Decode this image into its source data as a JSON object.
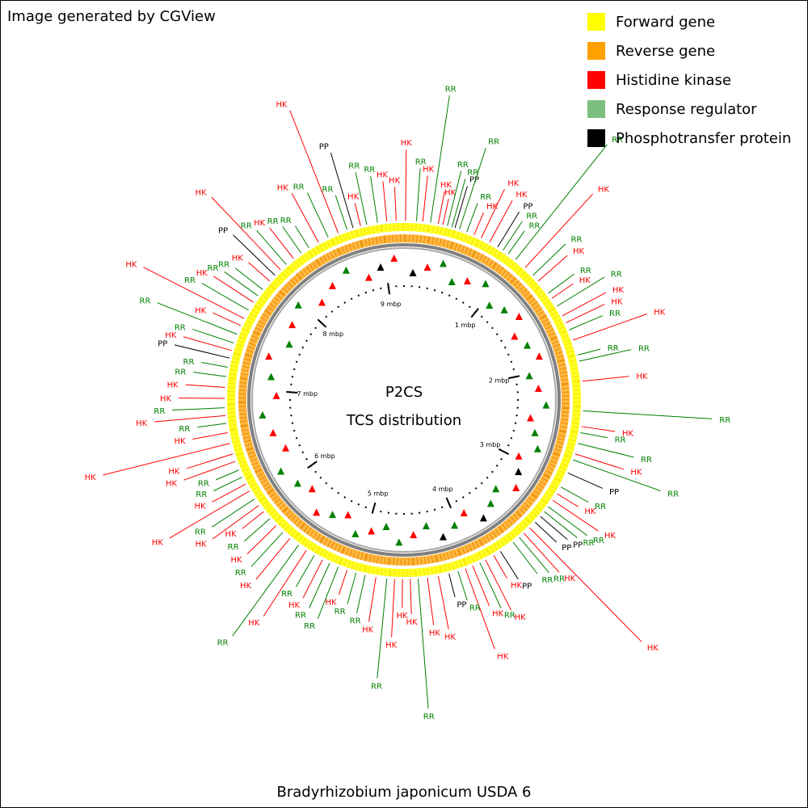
{
  "credit": "Image generated by CGView",
  "caption": "Bradyrhizobium japonicum USDA 6",
  "center_text": [
    "P2CS",
    "TCS distribution"
  ],
  "legend": [
    {
      "label": "Forward gene",
      "color": "#ffff00"
    },
    {
      "label": "Reverse gene",
      "color": "#ff9f00"
    },
    {
      "label": "Histidine kinase",
      "color": "#ff0000"
    },
    {
      "label": "Response regulator",
      "color": "#7dbf7d"
    },
    {
      "label": "Phosphotransfer protein",
      "color": "#000000"
    }
  ],
  "colors": {
    "HK": "#ff0000",
    "RR": "#008000",
    "PP": "#000000",
    "forward": "#ffff00",
    "reverse": "#ff9f00",
    "backbone": "#808080"
  },
  "axis": {
    "units": "mbp",
    "ticks": [
      1,
      2,
      3,
      4,
      5,
      6,
      7,
      8,
      9
    ],
    "genome_mbp": 9.2
  },
  "feature_labels": [
    {
      "deg": 0.5,
      "label": "HK"
    },
    {
      "deg": 4.0,
      "label": "RR"
    },
    {
      "deg": 6.0,
      "label": "HK"
    },
    {
      "deg": 8.5,
      "label": "RR"
    },
    {
      "deg": 11.0,
      "label": "HK"
    },
    {
      "deg": 12.5,
      "label": "HK"
    },
    {
      "deg": 14.0,
      "label": "RR"
    },
    {
      "deg": 15.5,
      "label": "RR"
    },
    {
      "deg": 16.5,
      "label": "PP"
    },
    {
      "deg": 18.0,
      "label": "RR"
    },
    {
      "deg": 20.5,
      "label": "RR"
    },
    {
      "deg": 23.0,
      "label": "HK"
    },
    {
      "deg": 25.5,
      "label": "HK"
    },
    {
      "deg": 28.5,
      "label": "HK"
    },
    {
      "deg": 31.5,
      "label": "PP"
    },
    {
      "deg": 33.5,
      "label": "RR"
    },
    {
      "deg": 35.5,
      "label": "RR"
    },
    {
      "deg": 38.5,
      "label": "RR"
    },
    {
      "deg": 42.5,
      "label": "HK"
    },
    {
      "deg": 46.0,
      "label": "RR"
    },
    {
      "deg": 48.5,
      "label": "HK"
    },
    {
      "deg": 53.5,
      "label": "RR"
    },
    {
      "deg": 55.5,
      "label": "HK"
    },
    {
      "deg": 58.5,
      "label": "RR"
    },
    {
      "deg": 62.0,
      "label": "HK"
    },
    {
      "deg": 64.5,
      "label": "HK"
    },
    {
      "deg": 67.0,
      "label": "RR"
    },
    {
      "deg": 70.5,
      "label": "HK"
    },
    {
      "deg": 75.5,
      "label": "RR"
    },
    {
      "deg": 77.5,
      "label": "RR"
    },
    {
      "deg": 84.0,
      "label": "HK"
    },
    {
      "deg": 93.5,
      "label": "RR"
    },
    {
      "deg": 98.5,
      "label": "HK"
    },
    {
      "deg": 100.5,
      "label": "RR"
    },
    {
      "deg": 104.0,
      "label": "RR"
    },
    {
      "deg": 107.5,
      "label": "HK"
    },
    {
      "deg": 109.5,
      "label": "RR"
    },
    {
      "deg": 114.0,
      "label": "PP"
    },
    {
      "deg": 119.0,
      "label": "RR"
    },
    {
      "deg": 121.5,
      "label": "HK"
    },
    {
      "deg": 124.0,
      "label": "HK"
    },
    {
      "deg": 126.5,
      "label": "RR"
    },
    {
      "deg": 128.5,
      "label": "RR"
    },
    {
      "deg": 130.5,
      "label": "PP"
    },
    {
      "deg": 133.0,
      "label": "PP"
    },
    {
      "deg": 135.5,
      "label": "HK"
    },
    {
      "deg": 138.0,
      "label": "HK"
    },
    {
      "deg": 140.0,
      "label": "RR"
    },
    {
      "deg": 142.5,
      "label": "RR"
    },
    {
      "deg": 147.5,
      "label": "PP"
    },
    {
      "deg": 150.0,
      "label": "HK"
    },
    {
      "deg": 153.0,
      "label": "HK"
    },
    {
      "deg": 155.0,
      "label": "RR"
    },
    {
      "deg": 157.5,
      "label": "HK"
    },
    {
      "deg": 160.0,
      "label": "HK"
    },
    {
      "deg": 162.5,
      "label": "RR"
    },
    {
      "deg": 165.5,
      "label": "PP"
    },
    {
      "deg": 169.0,
      "label": "HK"
    },
    {
      "deg": 172.5,
      "label": "HK"
    },
    {
      "deg": 175.5,
      "label": "RR"
    },
    {
      "deg": 178.0,
      "label": "HK"
    },
    {
      "deg": 180.5,
      "label": "HK"
    },
    {
      "deg": 183.0,
      "label": "HK"
    },
    {
      "deg": 185.5,
      "label": "RR"
    },
    {
      "deg": 189.0,
      "label": "HK"
    },
    {
      "deg": 192.5,
      "label": "RR"
    },
    {
      "deg": 195.5,
      "label": "RR"
    },
    {
      "deg": 198.5,
      "label": "HK"
    },
    {
      "deg": 201.5,
      "label": "RR"
    },
    {
      "deg": 204.5,
      "label": "RR"
    },
    {
      "deg": 207.0,
      "label": "HK"
    },
    {
      "deg": 210.0,
      "label": "RR"
    },
    {
      "deg": 213.0,
      "label": "HK"
    },
    {
      "deg": 216.0,
      "label": "RR"
    },
    {
      "deg": 219.5,
      "label": "HK"
    },
    {
      "deg": 222.5,
      "label": "RR"
    },
    {
      "deg": 225.5,
      "label": "HK"
    },
    {
      "deg": 228.5,
      "label": "RR"
    },
    {
      "deg": 231.5,
      "label": "HK"
    },
    {
      "deg": 234.0,
      "label": "HK"
    },
    {
      "deg": 236.5,
      "label": "RR"
    },
    {
      "deg": 239.5,
      "label": "HK"
    },
    {
      "deg": 242.0,
      "label": "HK"
    },
    {
      "deg": 244.5,
      "label": "RR"
    },
    {
      "deg": 247.0,
      "label": "RR"
    },
    {
      "deg": 250.0,
      "label": "HK"
    },
    {
      "deg": 252.5,
      "label": "HK"
    },
    {
      "deg": 256.0,
      "label": "HK"
    },
    {
      "deg": 259.5,
      "label": "HK"
    },
    {
      "deg": 262.5,
      "label": "RR"
    },
    {
      "deg": 265.0,
      "label": "HK"
    },
    {
      "deg": 267.5,
      "label": "RR"
    },
    {
      "deg": 270.5,
      "label": "HK"
    },
    {
      "deg": 274.0,
      "label": "HK"
    },
    {
      "deg": 277.5,
      "label": "RR"
    },
    {
      "deg": 280.5,
      "label": "RR"
    },
    {
      "deg": 283.5,
      "label": "PP"
    },
    {
      "deg": 286.0,
      "label": "HK"
    },
    {
      "deg": 288.5,
      "label": "RR"
    },
    {
      "deg": 291.5,
      "label": "RR"
    },
    {
      "deg": 294.5,
      "label": "HK"
    },
    {
      "deg": 297.0,
      "label": "HK"
    },
    {
      "deg": 300.0,
      "label": "RR"
    },
    {
      "deg": 303.0,
      "label": "HK"
    },
    {
      "deg": 305.5,
      "label": "RR"
    },
    {
      "deg": 308.0,
      "label": "RR"
    },
    {
      "deg": 311.5,
      "label": "HK"
    },
    {
      "deg": 314.0,
      "label": "PP"
    },
    {
      "deg": 316.5,
      "label": "HK"
    },
    {
      "deg": 319.0,
      "label": "RR"
    },
    {
      "deg": 322.0,
      "label": "HK"
    },
    {
      "deg": 325.0,
      "label": "RR"
    },
    {
      "deg": 328.0,
      "label": "RR"
    },
    {
      "deg": 331.5,
      "label": "HK"
    },
    {
      "deg": 335.0,
      "label": "RR"
    },
    {
      "deg": 338.5,
      "label": "HK"
    },
    {
      "deg": 341.5,
      "label": "RR"
    },
    {
      "deg": 343.5,
      "label": "PP"
    },
    {
      "deg": 346.0,
      "label": "HK"
    },
    {
      "deg": 348.0,
      "label": "RR"
    },
    {
      "deg": 351.5,
      "label": "RR"
    },
    {
      "deg": 354.5,
      "label": "HK"
    },
    {
      "deg": 357.5,
      "label": "HK"
    }
  ],
  "inner_markers": [
    {
      "deg": 4,
      "type": "PP"
    },
    {
      "deg": 10,
      "type": "HK"
    },
    {
      "deg": 16,
      "type": "RR"
    },
    {
      "deg": 22,
      "type": "RR"
    },
    {
      "deg": 28,
      "type": "HK"
    },
    {
      "deg": 35,
      "type": "RR"
    },
    {
      "deg": 42,
      "type": "RR"
    },
    {
      "deg": 48,
      "type": "RR"
    },
    {
      "deg": 54,
      "type": "HK"
    },
    {
      "deg": 60,
      "type": "HK"
    },
    {
      "deg": 66,
      "type": "RR"
    },
    {
      "deg": 72,
      "type": "HK"
    },
    {
      "deg": 79,
      "type": "RR"
    },
    {
      "deg": 85,
      "type": "HK"
    },
    {
      "deg": 92,
      "type": "RR"
    },
    {
      "deg": 98,
      "type": "HK"
    },
    {
      "deg": 104,
      "type": "RR"
    },
    {
      "deg": 110,
      "type": "RR"
    },
    {
      "deg": 116,
      "type": "HK"
    },
    {
      "deg": 122,
      "type": "PP"
    },
    {
      "deg": 128,
      "type": "HK"
    },
    {
      "deg": 134,
      "type": "RR"
    },
    {
      "deg": 140,
      "type": "RR"
    },
    {
      "deg": 146,
      "type": "PP"
    },
    {
      "deg": 152,
      "type": "HK"
    },
    {
      "deg": 158,
      "type": "RR"
    },
    {
      "deg": 164,
      "type": "PP"
    },
    {
      "deg": 170,
      "type": "RR"
    },
    {
      "deg": 176,
      "type": "HK"
    },
    {
      "deg": 182,
      "type": "RR"
    },
    {
      "deg": 188,
      "type": "RR"
    },
    {
      "deg": 194,
      "type": "HK"
    },
    {
      "deg": 200,
      "type": "RR"
    },
    {
      "deg": 206,
      "type": "HK"
    },
    {
      "deg": 212,
      "type": "RR"
    },
    {
      "deg": 218,
      "type": "HK"
    },
    {
      "deg": 226,
      "type": "HK"
    },
    {
      "deg": 232,
      "type": "RR"
    },
    {
      "deg": 240,
      "type": "RR"
    },
    {
      "deg": 248,
      "type": "HK"
    },
    {
      "deg": 256,
      "type": "HK"
    },
    {
      "deg": 264,
      "type": "RR"
    },
    {
      "deg": 272,
      "type": "HK"
    },
    {
      "deg": 280,
      "type": "RR"
    },
    {
      "deg": 288,
      "type": "HK"
    },
    {
      "deg": 296,
      "type": "RR"
    },
    {
      "deg": 304,
      "type": "HK"
    },
    {
      "deg": 312,
      "type": "RR"
    },
    {
      "deg": 320,
      "type": "HK"
    },
    {
      "deg": 328,
      "type": "HK"
    },
    {
      "deg": 336,
      "type": "RR"
    },
    {
      "deg": 344,
      "type": "HK"
    },
    {
      "deg": 350,
      "type": "PP"
    },
    {
      "deg": 356,
      "type": "HK"
    }
  ]
}
